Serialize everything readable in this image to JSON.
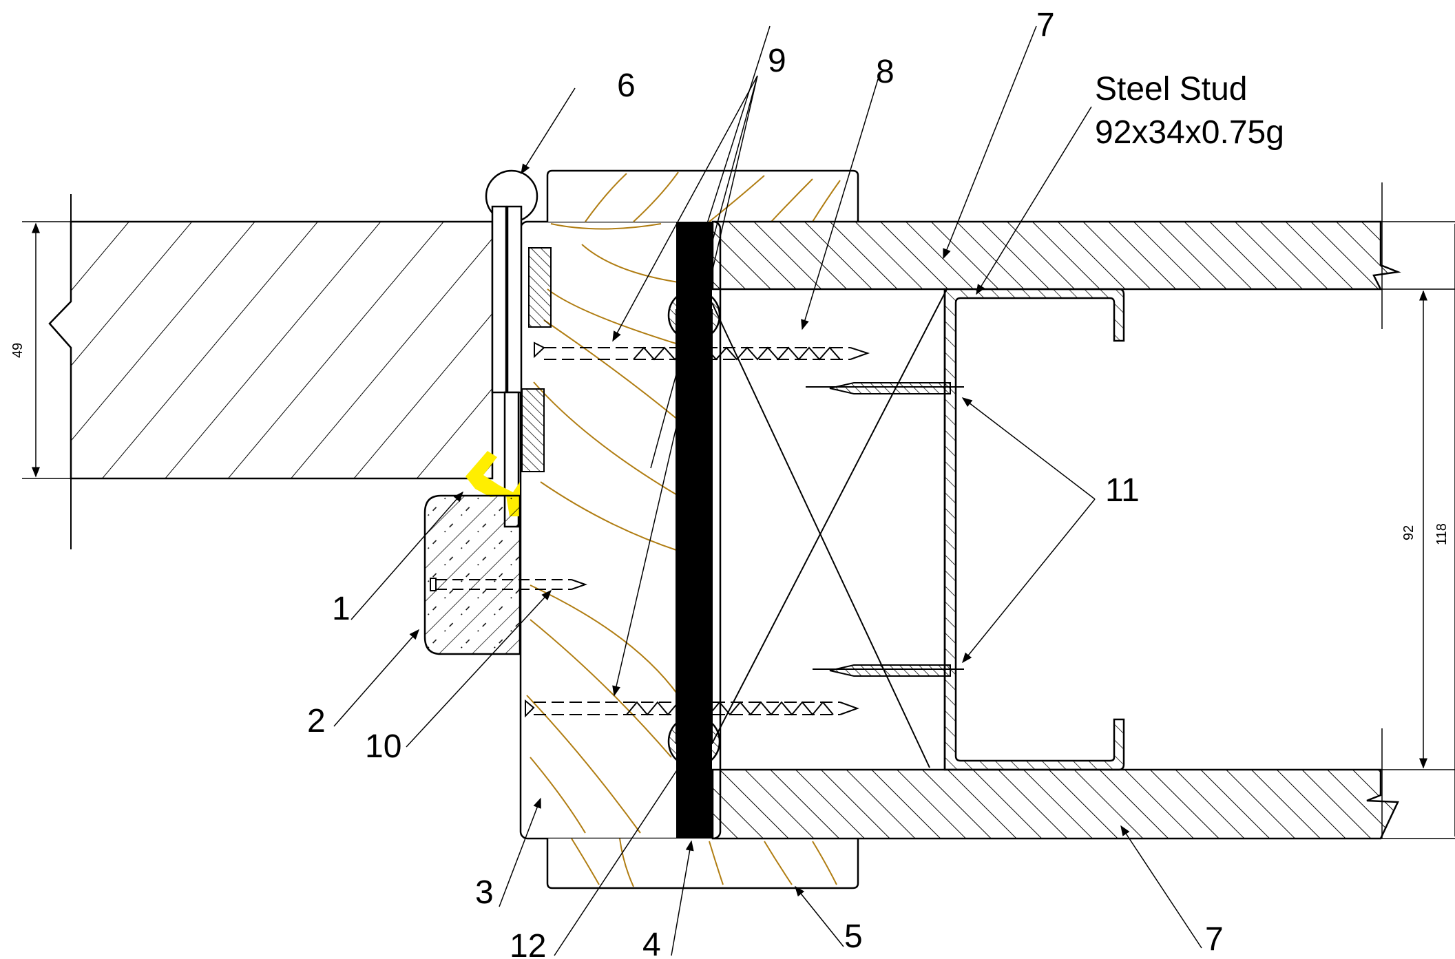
{
  "labels": {
    "l1": "1",
    "l2": "2",
    "l3": "3",
    "l4": "4",
    "l5": "5",
    "l6": "6",
    "l7_top": "7",
    "l7_bottom": "7",
    "l8": "8",
    "l9": "9",
    "l10": "10",
    "l11": "11",
    "l12": "12"
  },
  "stud": {
    "line1": "Steel Stud",
    "line2": "92x34x0.75g"
  },
  "dimensions": {
    "door_thickness": "49",
    "stud_depth": "92",
    "wall_thickness": "118"
  },
  "colors": {
    "wood_grain": "#b07d12",
    "seal": "#ffee00",
    "line": "#000000"
  }
}
